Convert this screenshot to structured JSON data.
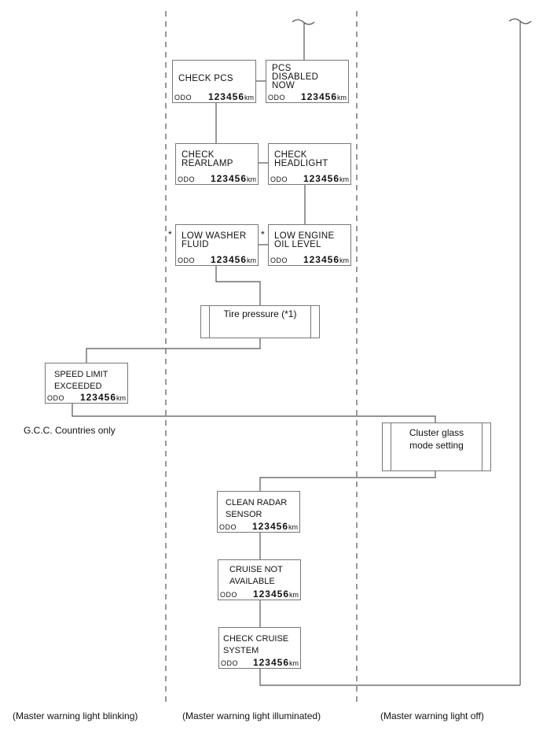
{
  "columns": [
    {
      "label": "(Master warning light blinking)"
    },
    {
      "label": "(Master warning light illuminated)"
    },
    {
      "label": "(Master warning light off)"
    }
  ],
  "note": "G.C.C. Countries only",
  "odo": {
    "prefix": "ODO",
    "value": "123456",
    "unit": "km"
  },
  "messages": {
    "check_pcs": "CHECK  PCS",
    "pcs_disabled": "PCS\nDISABLED\nNOW",
    "check_rearlamp": "CHECK\nREARLAMP",
    "check_headlight": "CHECK\nHEADLIGHT",
    "low_washer": "LOW  WASHER\nFLUID",
    "low_engine_oil": "LOW  ENGINE\nOIL  LEVEL",
    "speed_limit": "SPEED LIMIT\nEXCEEDED",
    "clean_radar": "CLEAN RADAR\nSENSOR",
    "cruise_not_available": "CRUISE NOT\nAVAILABLE",
    "check_cruise": "CHECK CRUISE\nSYSTEM"
  },
  "processes": {
    "tire_pressure": "Tire pressure (*1)",
    "cluster_glass": "Cluster glass\nmode setting"
  },
  "asterisk": "*"
}
